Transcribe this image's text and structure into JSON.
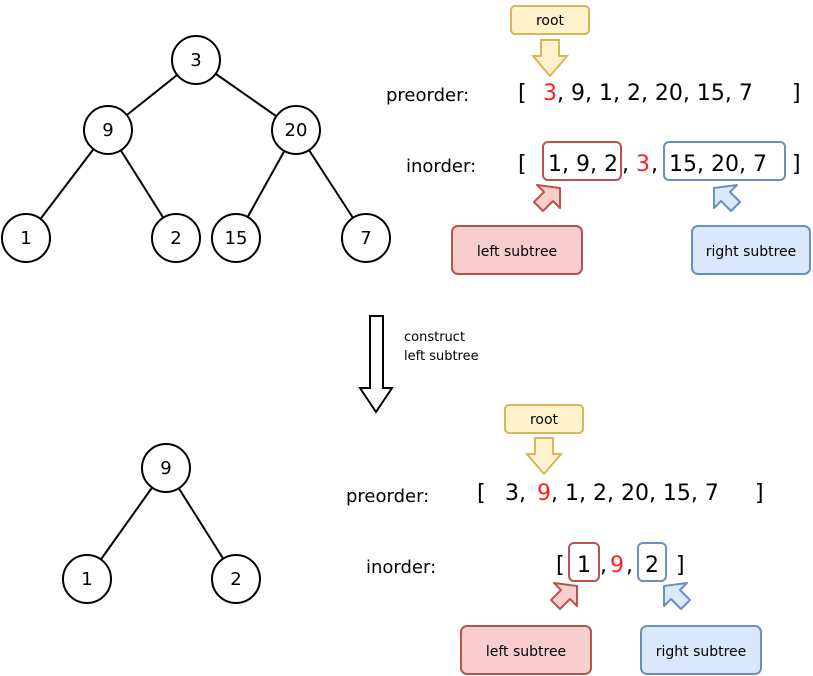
{
  "tree_top": {
    "nodes": {
      "n3": "3",
      "n9": "9",
      "n20": "20",
      "n1": "1",
      "n2": "2",
      "n15": "15",
      "n7": "7"
    }
  },
  "tree_bottom": {
    "nodes": {
      "n9": "9",
      "n1": "1",
      "n2": "2"
    }
  },
  "top": {
    "root_label": "root",
    "preorder_label": "preorder:",
    "inorder_label": "inorder:",
    "pre": {
      "open": "[",
      "hl": "3",
      "rest": ", 9, 1, 2, 20, 15, 7",
      "close": "]"
    },
    "in": {
      "open": "[",
      "left": "1, 9, 2",
      "c1": ",",
      "mid": "3",
      "c2": ",",
      "right": "15, 20, 7",
      "close": "]"
    },
    "left_subtree_label": "left subtree",
    "right_subtree_label": "right subtree"
  },
  "middle": {
    "note_line1": "construct",
    "note_line2": "left subtree"
  },
  "bottom": {
    "root_label": "root",
    "preorder_label": "preorder:",
    "inorder_label": "inorder:",
    "pre": {
      "open": "[",
      "pre1": "3,",
      "hl": "9",
      "rest": ", 1, 2, 20, 15, 7",
      "close": "]"
    },
    "in": {
      "open": "[",
      "left": "1",
      "c1": ",",
      "mid": "9",
      "c2": ",",
      "right": "2",
      "close": "]"
    },
    "left_subtree_label": "left subtree",
    "right_subtree_label": "right subtree"
  },
  "colors": {
    "highlight": "#ff1f1f",
    "root_fill": "#fff2cc",
    "root_stroke": "#d6b656",
    "left_fill": "#f8cecc",
    "left_stroke": "#b85450",
    "right_fill": "#dae8fc",
    "right_stroke": "#6c8ebf"
  }
}
